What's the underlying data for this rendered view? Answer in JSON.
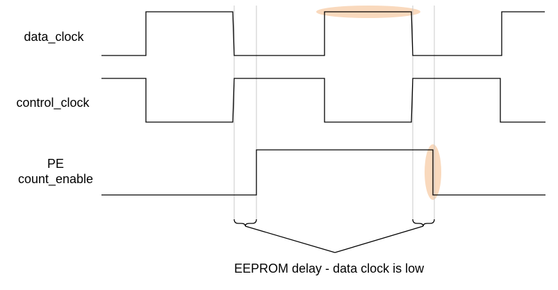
{
  "signals": [
    {
      "name": "data_clock",
      "label": "data_clock"
    },
    {
      "name": "control_clock",
      "label": "control_clock"
    },
    {
      "name": "pe_count_enable",
      "label_line1": "PE",
      "label_line2": "count_enable"
    }
  ],
  "caption": "EEPROM delay - data clock is low",
  "colors": {
    "waveform": "#000000",
    "marker_line": "#c8c8c8",
    "highlight": "#f9d9bd"
  }
}
